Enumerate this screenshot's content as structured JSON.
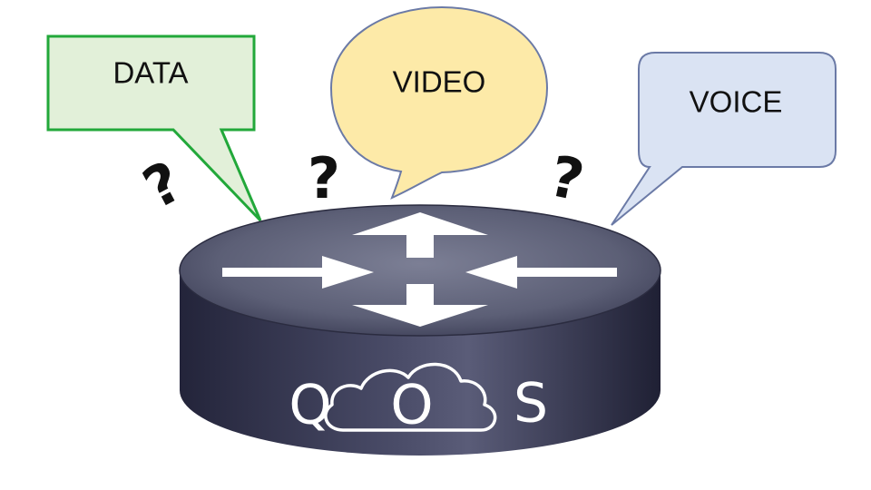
{
  "bubbles": {
    "data_label": "DATA",
    "video_label": "VIDEO",
    "voice_label": "VOICE"
  },
  "question_marks": [
    "?",
    "?",
    "?"
  ],
  "router": {
    "letters": [
      "Q",
      "O",
      "S"
    ]
  },
  "colors": {
    "data_fill": "#e2f0d9",
    "data_stroke": "#22a83a",
    "video_fill": "#fdeaa8",
    "video_stroke": "#6b7aa6",
    "voice_fill": "#dae3f3",
    "voice_stroke": "#6b7aa6",
    "router_side": "#3a3c55",
    "router_top": "#6c6f86"
  },
  "icons": [
    "speech-bubble-rectangle",
    "speech-bubble-oval",
    "speech-bubble-rounded",
    "router-arrows",
    "cloud-icon"
  ]
}
